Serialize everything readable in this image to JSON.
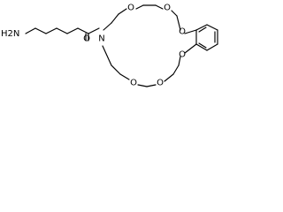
{
  "structure": {
    "atoms": [
      {
        "id": "amine",
        "label": "H2N"
      },
      {
        "id": "carbonyl_o",
        "label": "O"
      },
      {
        "id": "amide_n",
        "label": "N"
      },
      {
        "id": "o_upper_1",
        "label": "O"
      },
      {
        "id": "o_upper_2",
        "label": "O"
      },
      {
        "id": "o_aryl_top",
        "label": "O"
      },
      {
        "id": "o_aryl_bottom",
        "label": "O"
      },
      {
        "id": "o_lower_1",
        "label": "O"
      },
      {
        "id": "o_lower_2",
        "label": "O"
      }
    ],
    "bond_color": "#000000",
    "label_color": "#000000"
  }
}
